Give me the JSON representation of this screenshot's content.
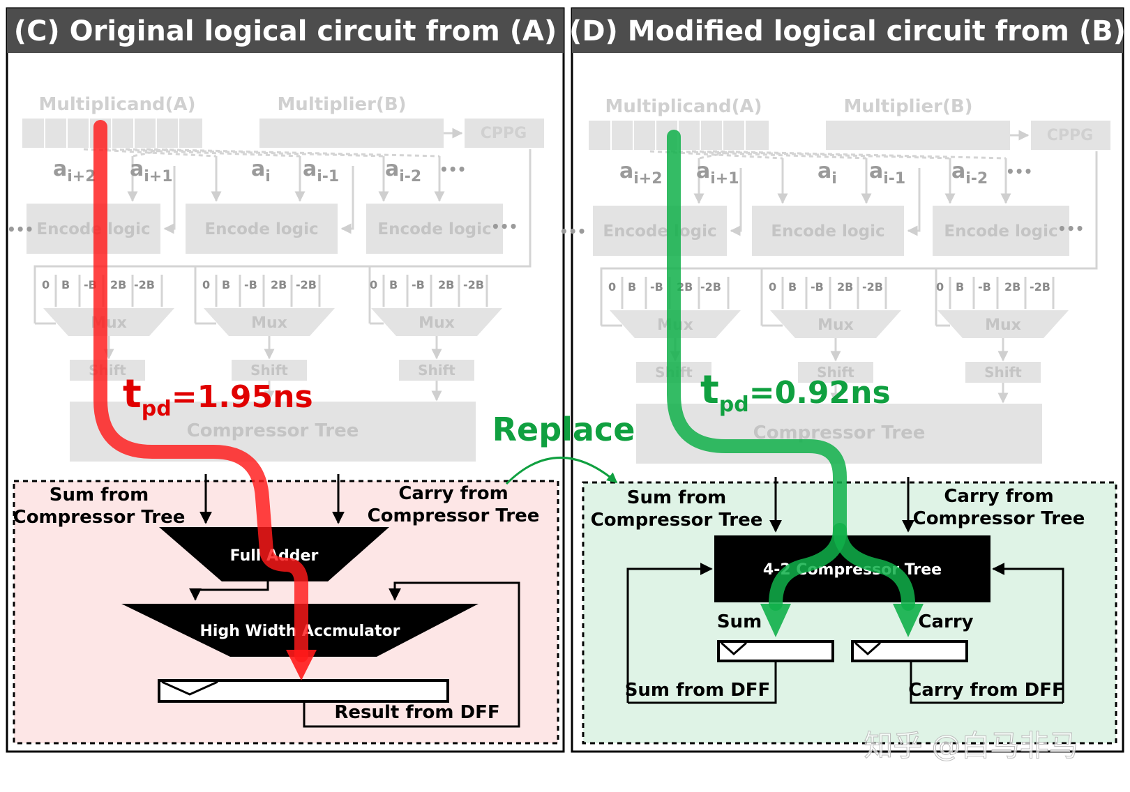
{
  "panel_c": {
    "title": "(C) Original logical circuit from (A)",
    "multiplicand": "Multiplicand(A)",
    "multiplier": "Multiplier(B)",
    "cppg": "CPPG",
    "ai_labels": [
      "a",
      "a",
      "a",
      "a",
      "a"
    ],
    "ai_subs": [
      "i+2",
      "i+1",
      "i",
      "i-1",
      "i-2"
    ],
    "ellipsis": "•••",
    "encode": "Encode logic",
    "mux": "Mux",
    "shift": "Shift",
    "mux_selects": [
      "0",
      "B",
      "-B",
      "2B",
      "-2B"
    ],
    "compressor_tree": "Compressor Tree",
    "tpd_t": "t",
    "tpd_sub": "pd",
    "tpd_value": "=1.95ns",
    "sum_from_1": "Sum from",
    "sum_from_2": "Compressor Tree",
    "carry_from_1": "Carry from",
    "carry_from_2": "Compressor Tree",
    "full_adder": "Full Adder",
    "accumulator": "High Width Accmulator",
    "result_from_dff": "Result from DFF"
  },
  "panel_d": {
    "title": "(D) Modified logical circuit from (B)",
    "multiplicand": "Multiplicand(A)",
    "multiplier": "Multiplier(B)",
    "cppg": "CPPG",
    "encode": "Encode logic",
    "mux": "Mux",
    "shift": "Shift",
    "compressor_tree": "Compressor Tree",
    "tpd_t": "t",
    "tpd_sub": "pd",
    "tpd_value": "=0.92ns",
    "sum_from_1": "Sum from",
    "sum_from_2": "Compressor Tree",
    "carry_from_1": "Carry from",
    "carry_from_2": "Compressor Tree",
    "compressor_42": "4-2 Compressor Tree",
    "sum": "Sum",
    "carry": "Carry",
    "sum_from_dff": "Sum from DFF",
    "carry_from_dff": "Carry from DFF"
  },
  "replace_label": "Replace",
  "watermark": "知乎 @白马非马",
  "colors": {
    "title_bar": "#4d4d4d",
    "critical_path_c": "#ff1a1a",
    "critical_path_d": "#11b04a",
    "region_c": "#fde6e6",
    "region_d": "#dff3e6",
    "tpd_c": "#e00000",
    "tpd_d": "#10a040",
    "replace": "#10a040"
  }
}
